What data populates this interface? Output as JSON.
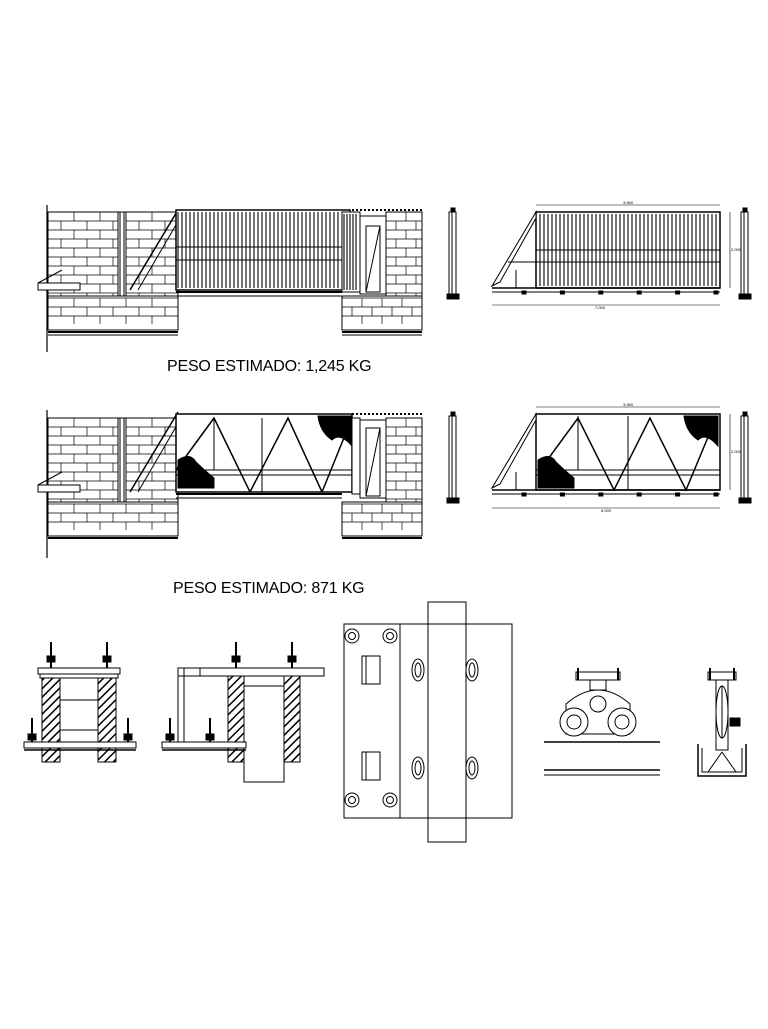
{
  "captions": {
    "gate_1_weight": "PESO ESTIMADO: 1,245 KG",
    "gate_2_weight": "PESO ESTIMADO: 871 KG"
  },
  "dimensions": {
    "gate_1_top": "3,960",
    "gate_1_height": "2,000",
    "gate_1_bottom": "7,000",
    "gate_2_top": "3,960",
    "gate_2_height": "2,000",
    "gate_2_bottom": "6,000"
  },
  "colors": {
    "line": "#000000",
    "background": "#ffffff"
  }
}
